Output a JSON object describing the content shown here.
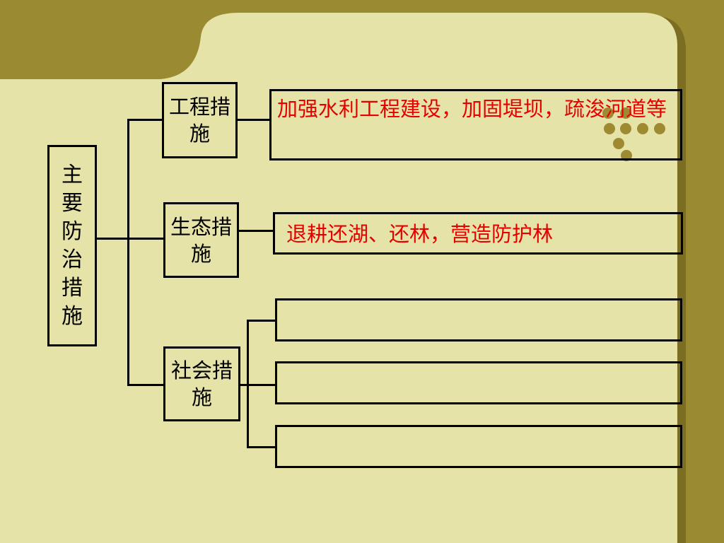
{
  "colors": {
    "slide_background": "#9a8a32",
    "panel_background": "#e6e3a8",
    "panel_shadow": "#7b6d22",
    "dot_color": "#9e8a30",
    "box_border": "#000000",
    "detail_text": "#e60000"
  },
  "root": {
    "label": "主要防治措施",
    "chars": [
      "主",
      "要",
      "防",
      "治",
      "措",
      "施"
    ]
  },
  "categories": [
    {
      "label": "工程措施",
      "details": [
        "加强水利工程建设，加固堤坝，疏浚河道等"
      ]
    },
    {
      "label": "生态措施",
      "details": [
        "退耕还湖、还林，营造防护林"
      ]
    },
    {
      "label": "社会措施",
      "details": [
        "",
        "",
        ""
      ]
    }
  ],
  "decoration": {
    "dots_icon": "dot-cluster"
  }
}
